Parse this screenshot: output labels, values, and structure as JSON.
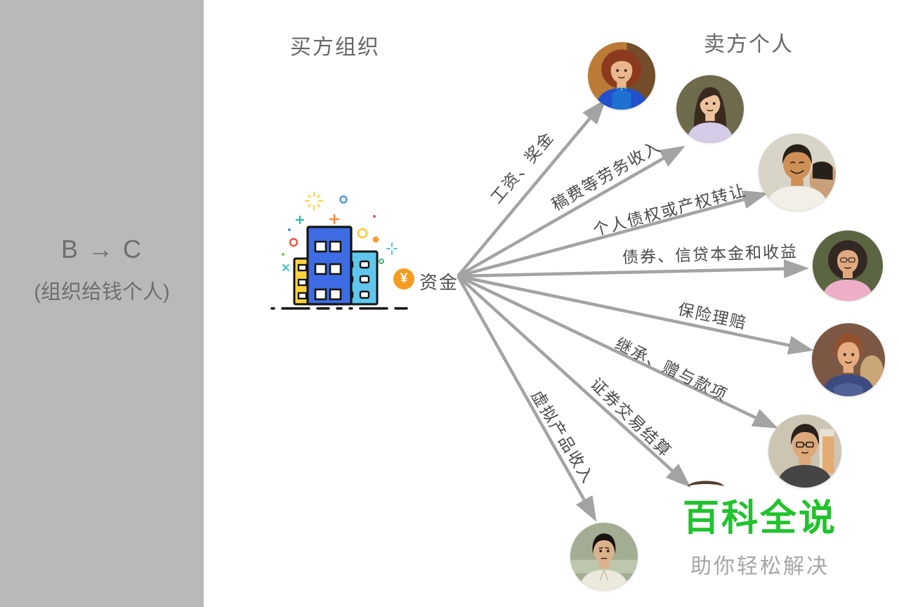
{
  "sidebar": {
    "title": "B → C",
    "subtitle": "(组织给钱个人)"
  },
  "headers": {
    "left": "买方组织",
    "right": "卖方个人"
  },
  "source": {
    "coin_symbol": "¥",
    "label": "资金"
  },
  "flows": [
    {
      "label": "工资、奖金"
    },
    {
      "label": "稿费等劳务收入"
    },
    {
      "label": "个人债权或产权转让"
    },
    {
      "label": "债券、信贷本金和收益"
    },
    {
      "label": "保险理赔"
    },
    {
      "label": "继承、赠与款项"
    },
    {
      "label": "证券交易结算"
    },
    {
      "label": "虚拟产品收入"
    }
  ],
  "watermark": {
    "brand": "百科全说",
    "tagline": "助你轻松解决",
    "brand_color": "#1fc32b"
  },
  "colors": {
    "sidebar_bg": "#b9b9b9",
    "arrow": "#a3a3a3",
    "coin": "#f79b22",
    "label_text": "#4a4a4a"
  }
}
